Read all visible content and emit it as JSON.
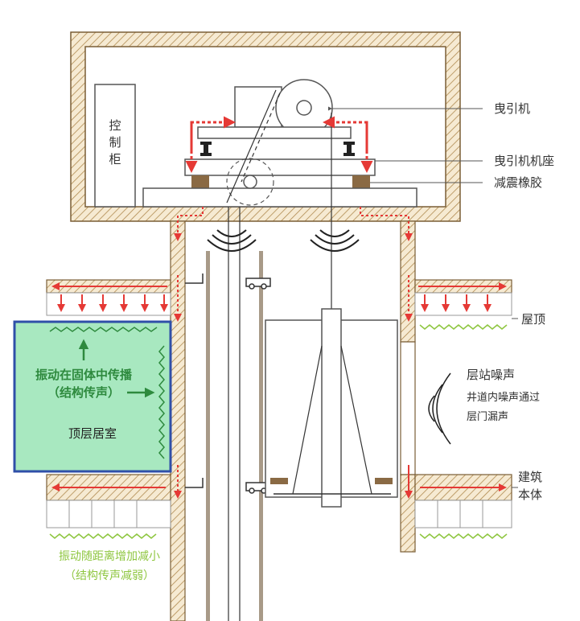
{
  "labels": {
    "traction_machine": "曳引机",
    "machine_base": "曳引机机座",
    "damping_rubber": "减震橡胶",
    "control_cabinet": [
      "控",
      "制",
      "柜"
    ],
    "roof": "屋顶",
    "landing_noise_title": "层站噪声",
    "landing_noise_line1": "井道内噪声通过",
    "landing_noise_line2": "层门漏声",
    "building_body_line1": "建筑",
    "building_body_line2": "本体",
    "structure_transmission_line1": "振动在固体中传播",
    "structure_transmission_line2": "（结构传声）",
    "top_floor_room": "顶层居室",
    "attenuation_line1": "振动随距离增加减小",
    "attenuation_line2": "（结构传声减弱）"
  },
  "colors": {
    "wall_hatch": "#b08a50",
    "wall_fill": "#f6ead2",
    "room_fill": "#a8e8c0",
    "room_border": "#2f4fa8",
    "arrow_red": "#e53935",
    "green_text": "#2e8a3e",
    "lime_text": "#8ec63f",
    "rubber": "#8a6a44",
    "rail": "#a89a88"
  },
  "icons": [
    "sound-wave-icon",
    "vibration-arrow-icon",
    "zigzag-vibration-icon"
  ]
}
